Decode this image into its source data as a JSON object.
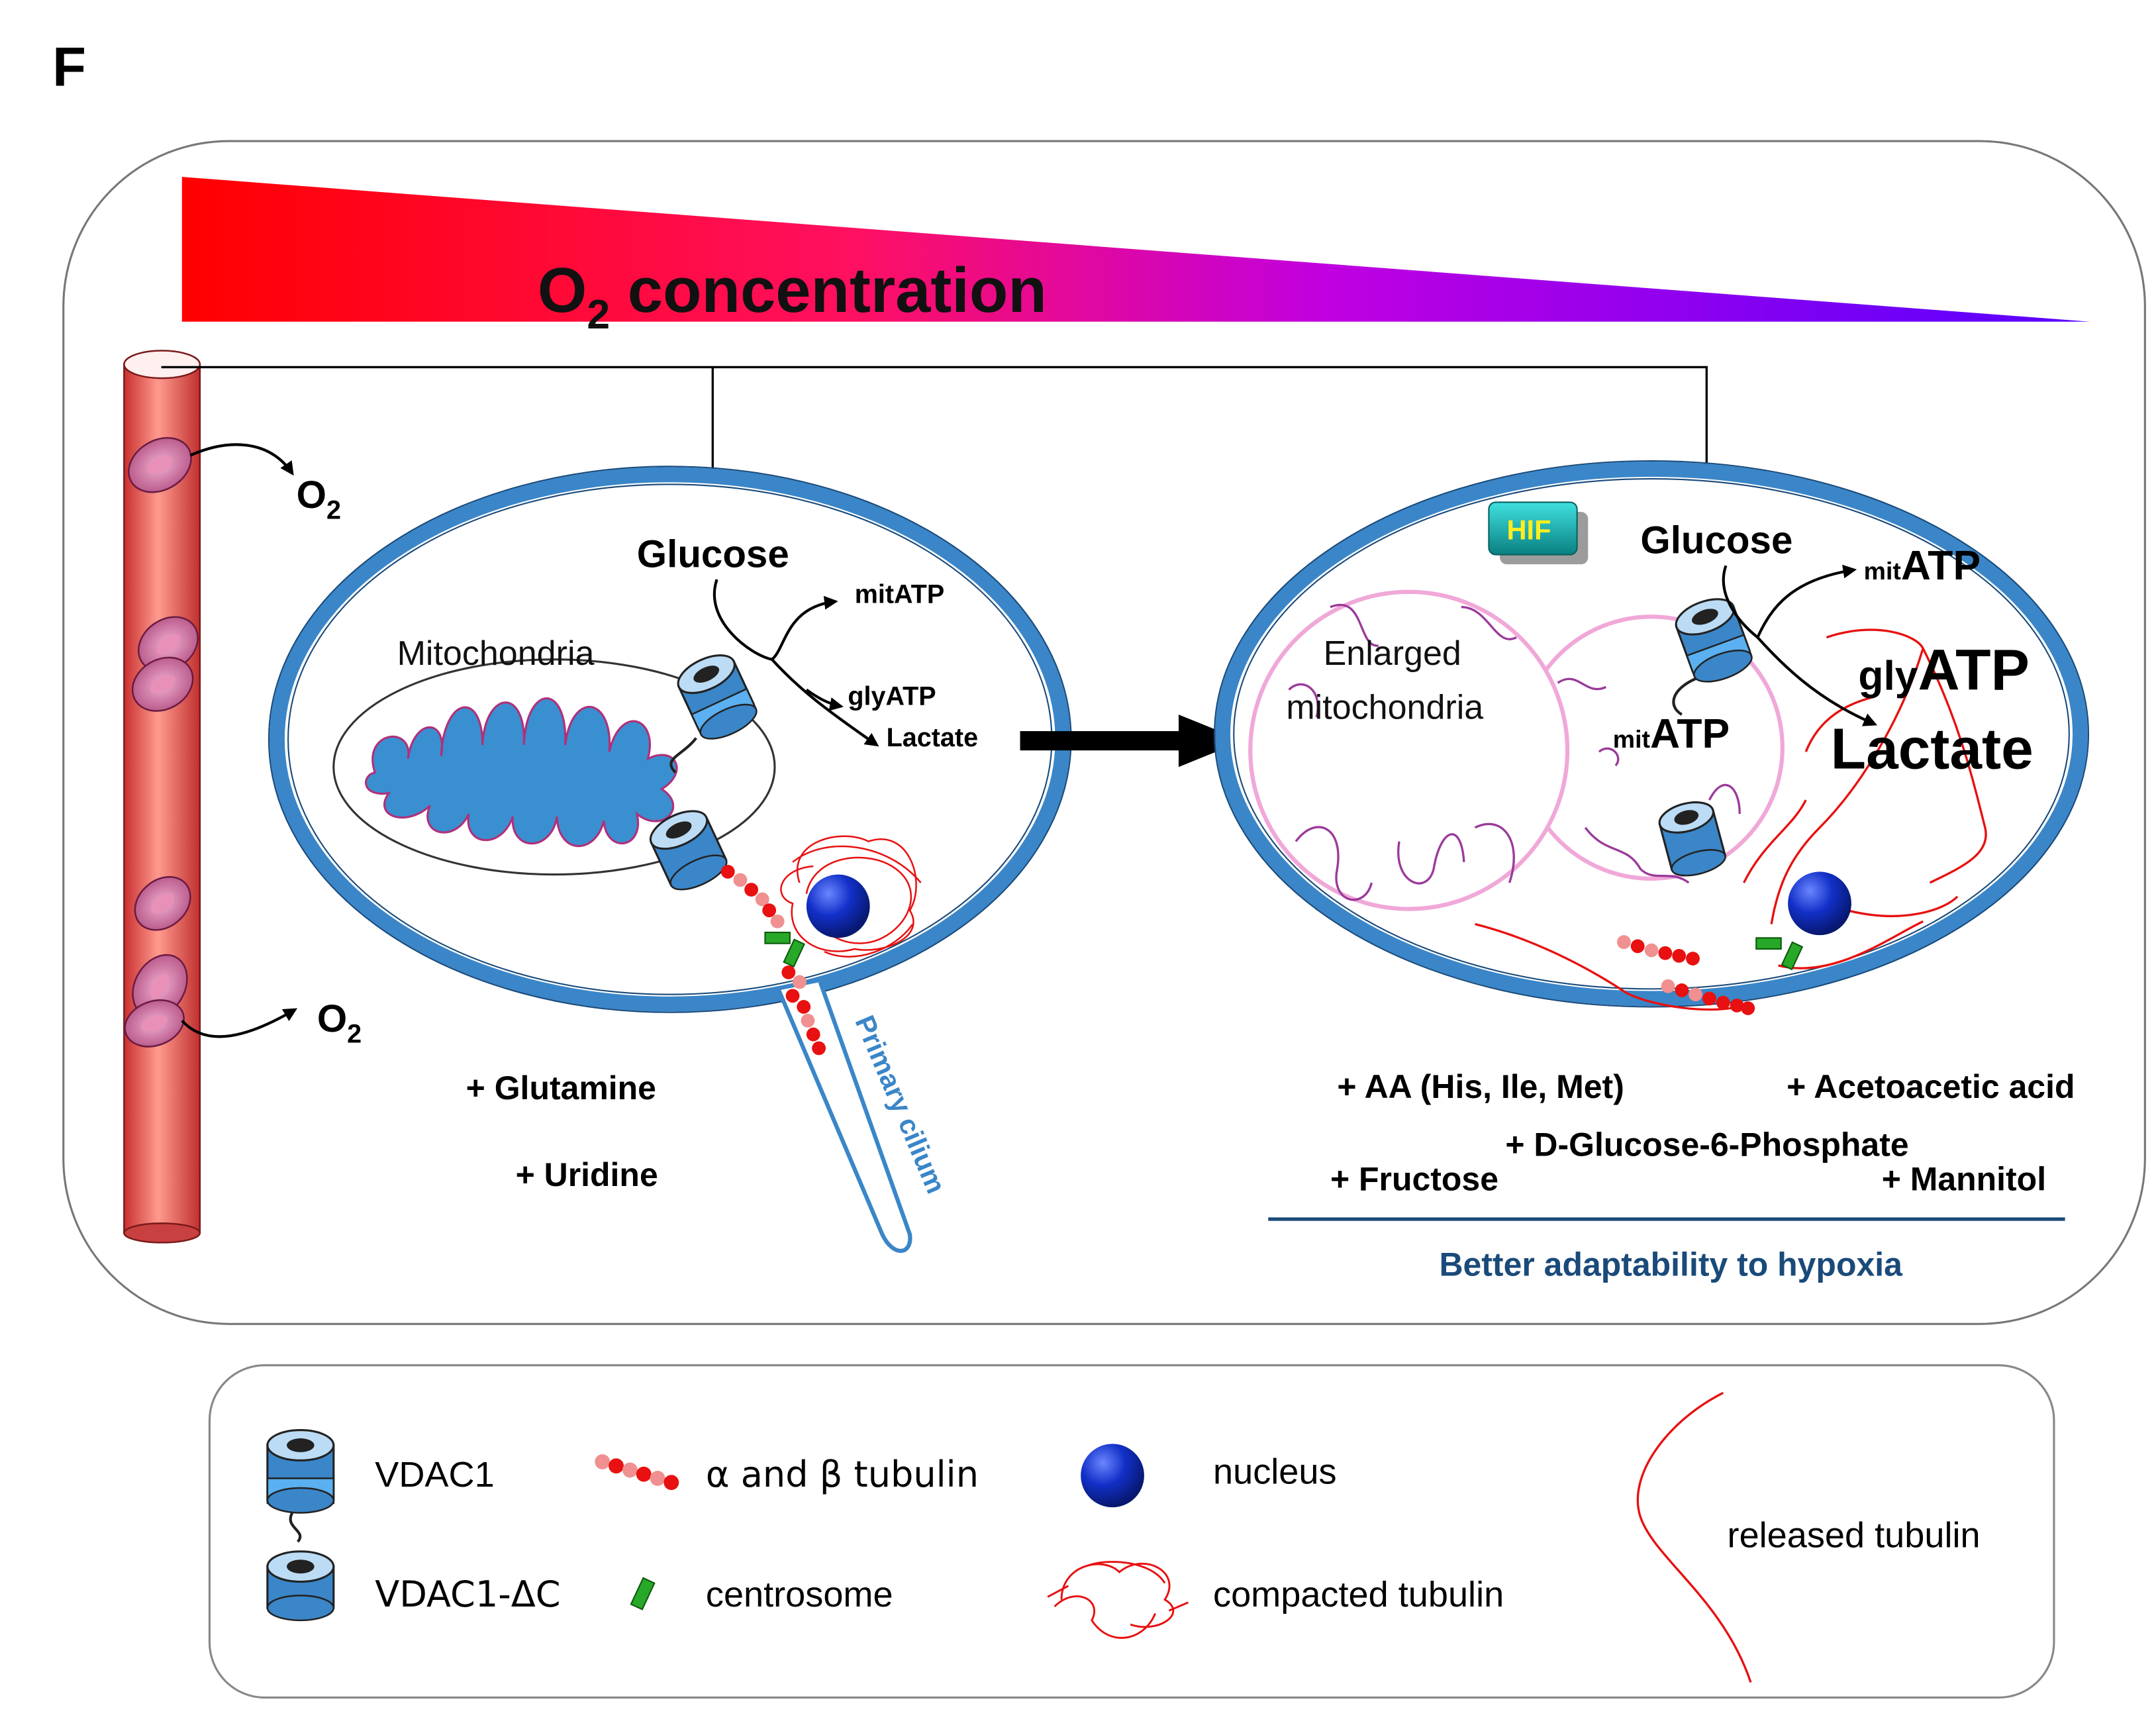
{
  "panel_letter": "F",
  "gradient": {
    "label_prefix": "O",
    "label_sub": "2",
    "label_rest": " concentration",
    "color_high": "#ff0000",
    "color_low": "#5500ff"
  },
  "vessel": {
    "o2_top": {
      "base": "O",
      "sub": "2"
    },
    "o2_bottom": {
      "base": "O",
      "sub": "2"
    }
  },
  "left_cell": {
    "glucose": "Glucose",
    "mitochondria": "Mitochondria",
    "mit_atp": "mitATP",
    "gly_atp": "glyATP",
    "lactate": "Lactate",
    "primary_cilium": "Primary cilium",
    "supplements": [
      "+ Glutamine",
      "+ Uridine"
    ]
  },
  "right_cell": {
    "hif": "HIF",
    "glucose": "Glucose",
    "enlarged_mito_line1": "Enlarged",
    "enlarged_mito_line2": "mitochondria",
    "mit_atp_top": {
      "prefix": "mit",
      "main": "ATP"
    },
    "mit_atp_mid": {
      "prefix": "mit",
      "main": "ATP"
    },
    "gly_atp": {
      "prefix": "gly",
      "main": "ATP"
    },
    "lactate": "Lactate",
    "supplements": {
      "aa": "+ AA (His, Ile, Met)",
      "acetoacetic": "+ Acetoacetic acid",
      "g6p": "+ D-Glucose-6-Phosphate",
      "fructose": "+ Fructose",
      "mannitol": "+ Mannitol"
    },
    "conclusion": "Better adaptability to hypoxia"
  },
  "legend": {
    "vdac1": "VDAC1",
    "vdac1_dc": "VDAC1-ΔC",
    "tubulin": "α and β tubulin",
    "centrosome": "centrosome",
    "nucleus": "nucleus",
    "compacted": "compacted tubulin",
    "released": "released tubulin"
  },
  "colors": {
    "membrane": "#3a86c8",
    "mito_fill": "#3a8fd0",
    "tubulin": "#e81010",
    "centrosome": "#28a828",
    "nucleus": "#1028c0",
    "vessel": "#e8504a",
    "rbc": "#c85a8a",
    "conclusion": "#1a4a7a",
    "hif": "#20a0a0"
  }
}
